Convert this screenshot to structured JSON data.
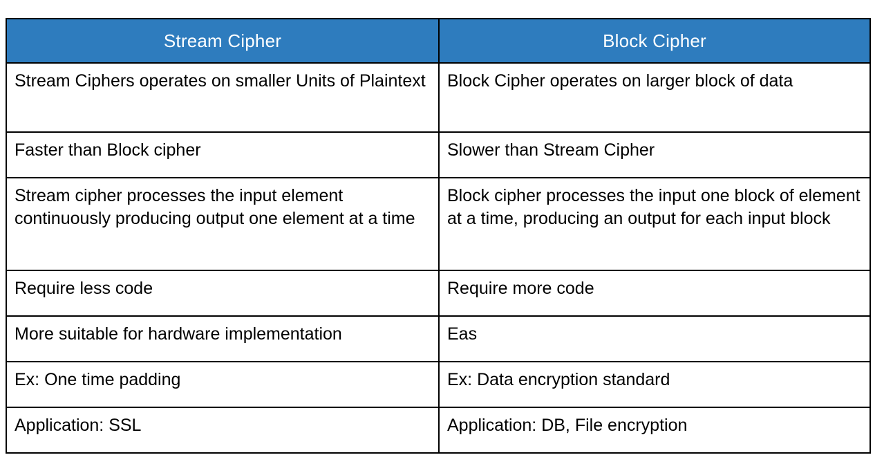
{
  "table": {
    "headers": [
      {
        "label": "Stream Cipher"
      },
      {
        "label": "Block Cipher"
      }
    ],
    "header_bg_color": "#2e7cbe",
    "header_text_color": "#ffffff",
    "border_color": "#000000",
    "body_bg_color": "#ffffff",
    "body_text_color": "#000000",
    "rows": [
      {
        "left": "Stream Ciphers operates on smaller Units of Plaintext",
        "right": "Block Cipher operates on larger block of data"
      },
      {
        "left": "Faster than Block cipher",
        "right": "Slower than Stream Cipher"
      },
      {
        "left": "Stream cipher processes the input element continuously producing output one element at a time",
        "right": "Block cipher processes the input one block of element at a time, producing an output for each input block"
      },
      {
        "left": "Require less code",
        "right": "Require more code"
      },
      {
        "left": "More suitable for hardware implementation",
        "right": "Eas"
      },
      {
        "left": "Ex: One time padding",
        "right": "Ex: Data encryption standard"
      },
      {
        "left": "Application: SSL",
        "right": "Application: DB, File encryption"
      }
    ]
  }
}
